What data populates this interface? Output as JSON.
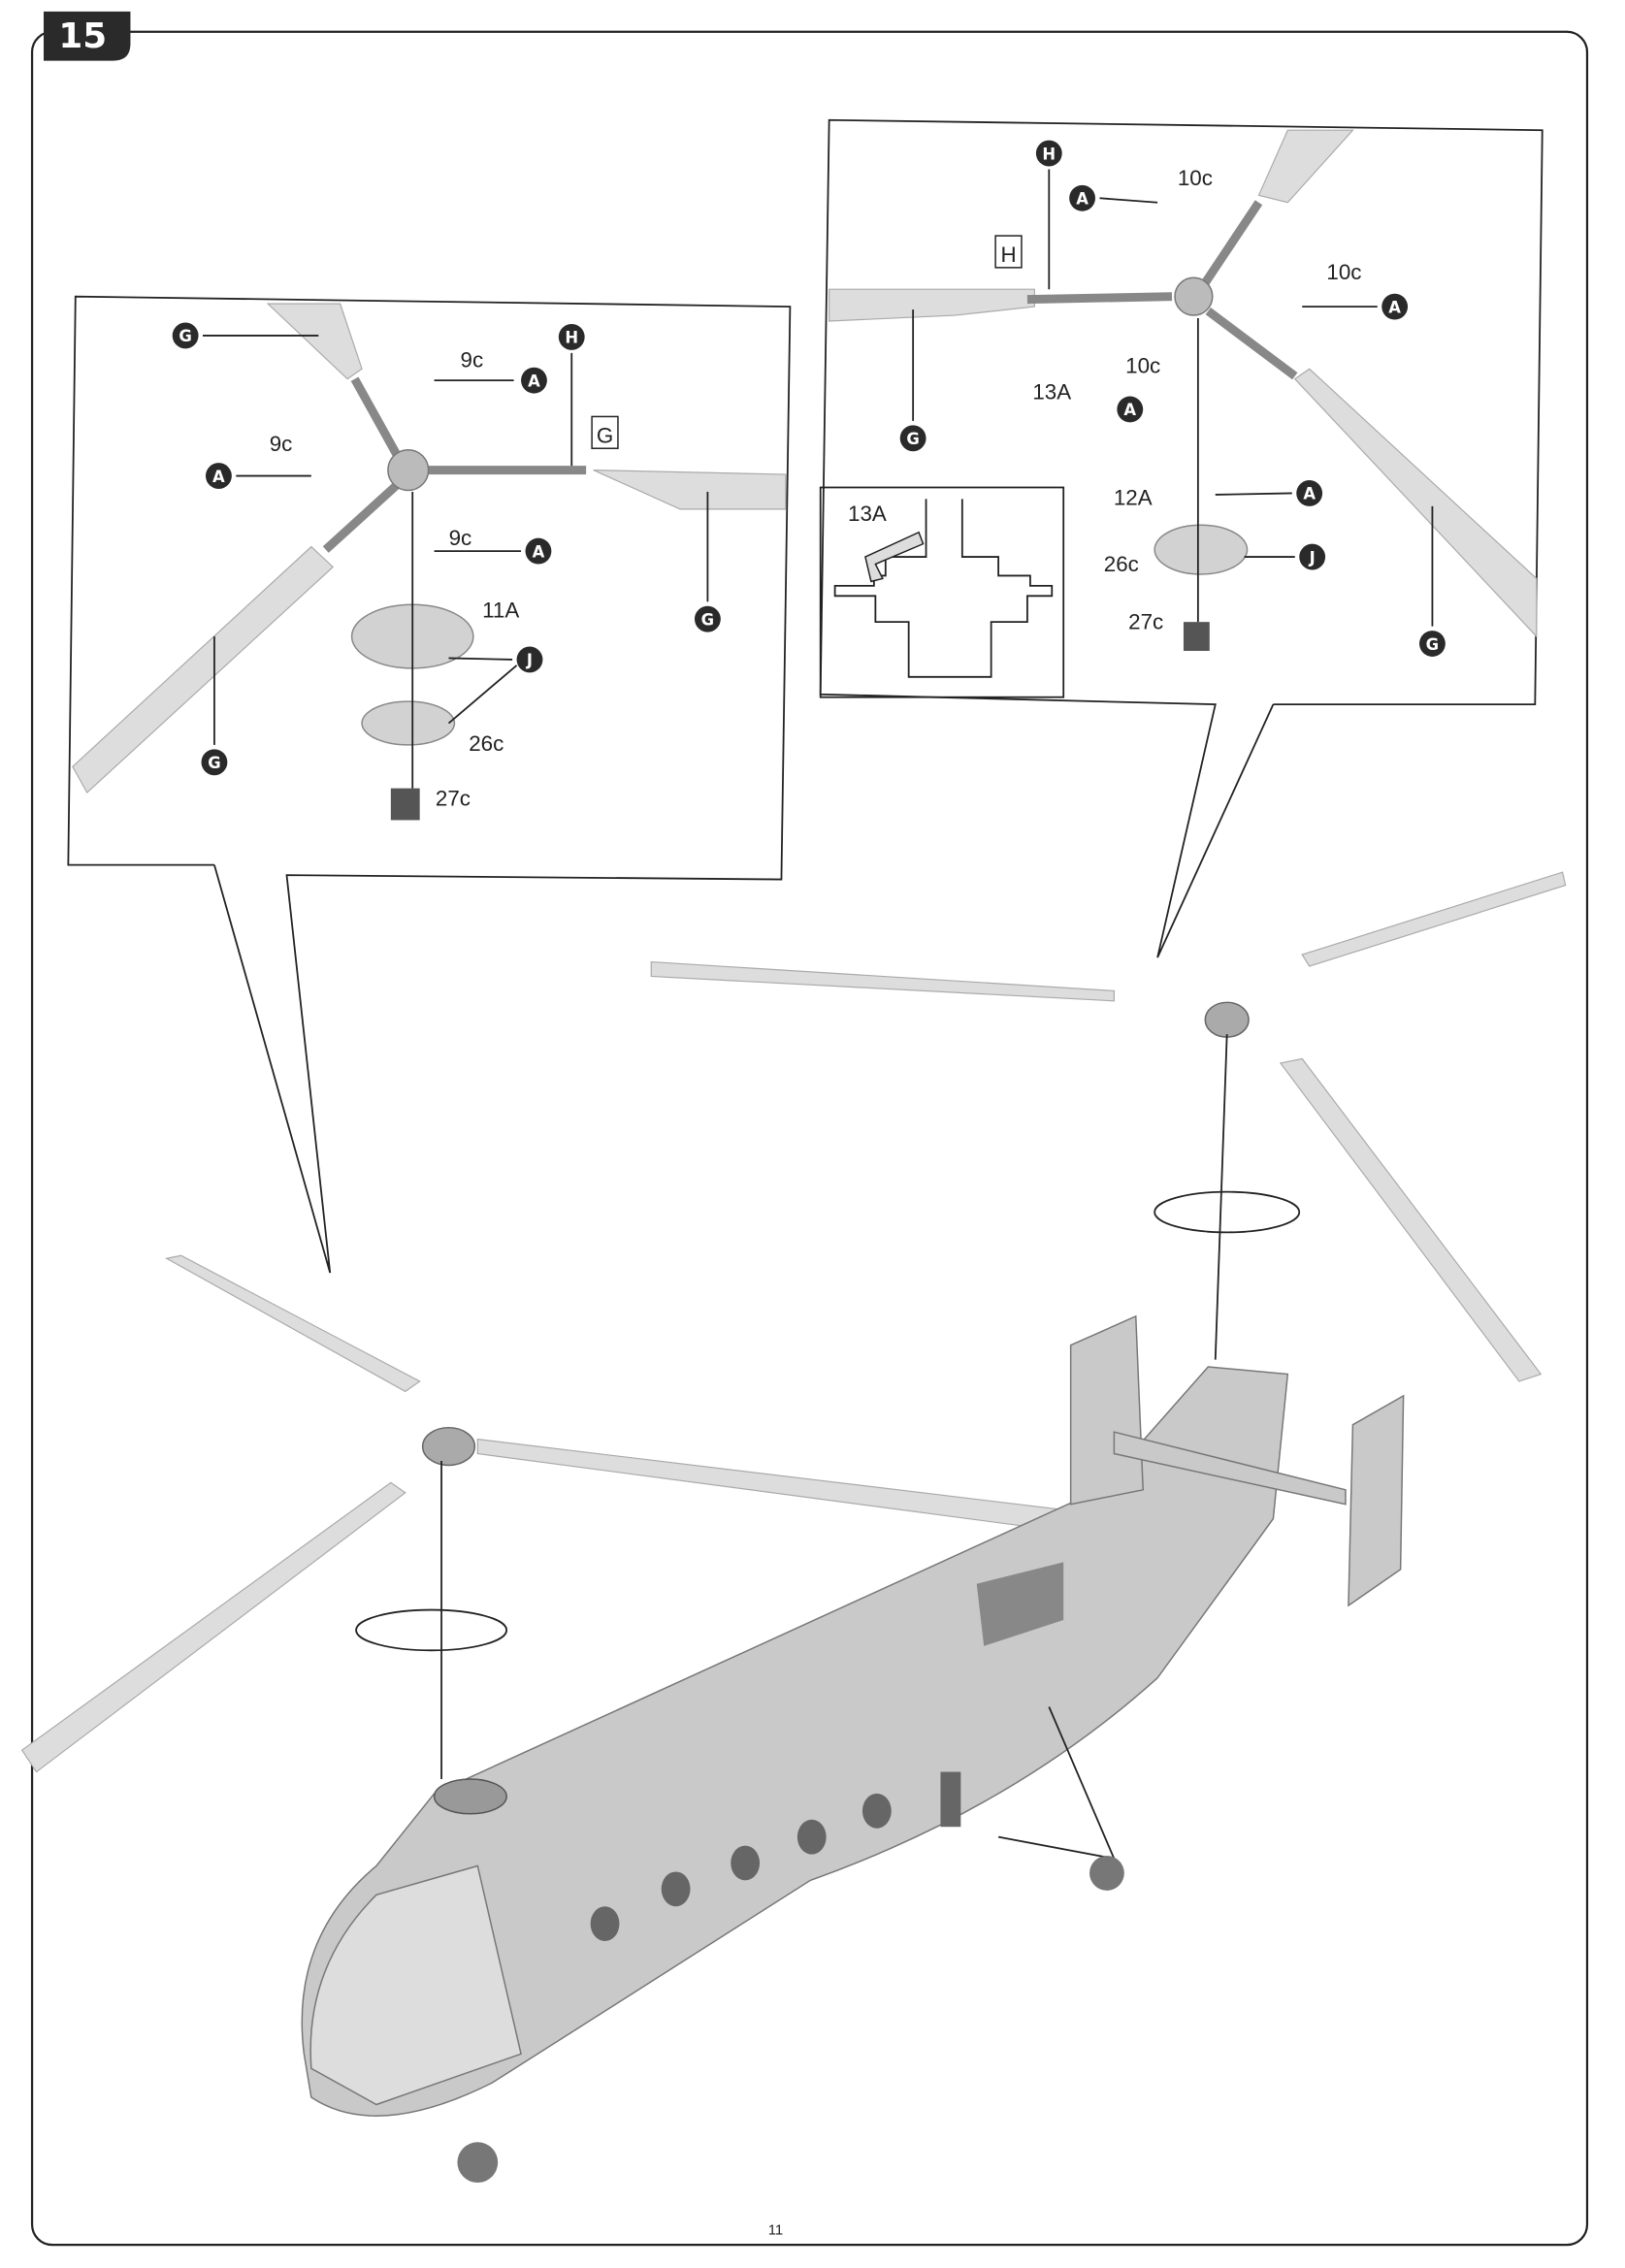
{
  "step": "15",
  "page_number": "11",
  "rear_rotor_detail": {
    "labels": [
      {
        "text": "G",
        "kind": "circle"
      },
      {
        "text": "9c",
        "kind": "part"
      },
      {
        "text": "A",
        "kind": "circle"
      },
      {
        "text": "H",
        "kind": "circle"
      },
      {
        "text": "G",
        "kind": "boxed"
      },
      {
        "text": "9c",
        "kind": "part"
      },
      {
        "text": "A",
        "kind": "circle"
      },
      {
        "text": "9c",
        "kind": "part"
      },
      {
        "text": "A",
        "kind": "circle"
      },
      {
        "text": "11A",
        "kind": "part"
      },
      {
        "text": "G",
        "kind": "circle"
      },
      {
        "text": "J",
        "kind": "circle"
      },
      {
        "text": "G",
        "kind": "circle"
      },
      {
        "text": "26c",
        "kind": "part"
      },
      {
        "text": "27c",
        "kind": "part"
      }
    ]
  },
  "front_rotor_detail": {
    "labels": [
      {
        "text": "H",
        "kind": "circle"
      },
      {
        "text": "10c",
        "kind": "part"
      },
      {
        "text": "A",
        "kind": "circle"
      },
      {
        "text": "H",
        "kind": "boxed"
      },
      {
        "text": "10c",
        "kind": "part"
      },
      {
        "text": "A",
        "kind": "circle"
      },
      {
        "text": "10c",
        "kind": "part"
      },
      {
        "text": "13A",
        "kind": "part"
      },
      {
        "text": "A",
        "kind": "circle"
      },
      {
        "text": "G",
        "kind": "circle"
      },
      {
        "text": "12A",
        "kind": "part"
      },
      {
        "text": "A",
        "kind": "circle"
      },
      {
        "text": "26c",
        "kind": "part"
      },
      {
        "text": "J",
        "kind": "circle"
      },
      {
        "text": "27c",
        "kind": "part"
      },
      {
        "text": "G",
        "kind": "circle"
      }
    ],
    "inset_label": "13A"
  }
}
